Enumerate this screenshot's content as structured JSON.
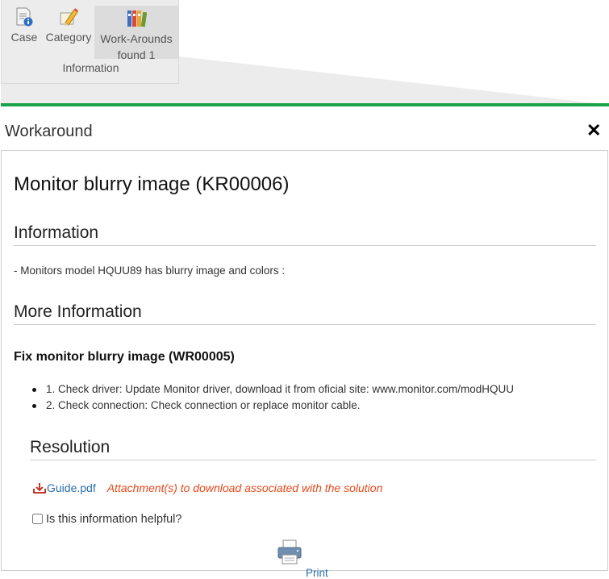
{
  "ribbon": {
    "buttons": [
      {
        "label": "Case",
        "icon": "case-info-icon"
      },
      {
        "label": "Category",
        "icon": "category-pencil-icon"
      },
      {
        "label": "Work-Arounds",
        "sublabel": "found 1",
        "icon": "binders-icon"
      }
    ],
    "group_label": "Information"
  },
  "modal": {
    "title": "Workaround",
    "close_icon": "close-icon",
    "accent_color": "#1aa34a"
  },
  "article": {
    "title": "Monitor blurry image (KR00006)",
    "information_heading": "Information",
    "information_text": "- Monitors model HQUU89 has blurry image and colors :",
    "more_info_heading": "More Information",
    "workaround_title": "Fix monitor blurry image (WR00005)",
    "steps": [
      "1. Check driver: Update Monitor driver, download it from oficial site: www.monitor.com/modHQUU",
      "2. Check connection: Check connection or replace monitor cable."
    ],
    "resolution_heading": "Resolution",
    "attachment": {
      "file": "Guide.pdf",
      "note": "Attachment(s) to download associated with the solution",
      "icon": "download-icon"
    },
    "helpful_label": "Is this information helpful?",
    "helpful_checked": false,
    "print_label": "Print",
    "print_icon": "printer-icon"
  }
}
